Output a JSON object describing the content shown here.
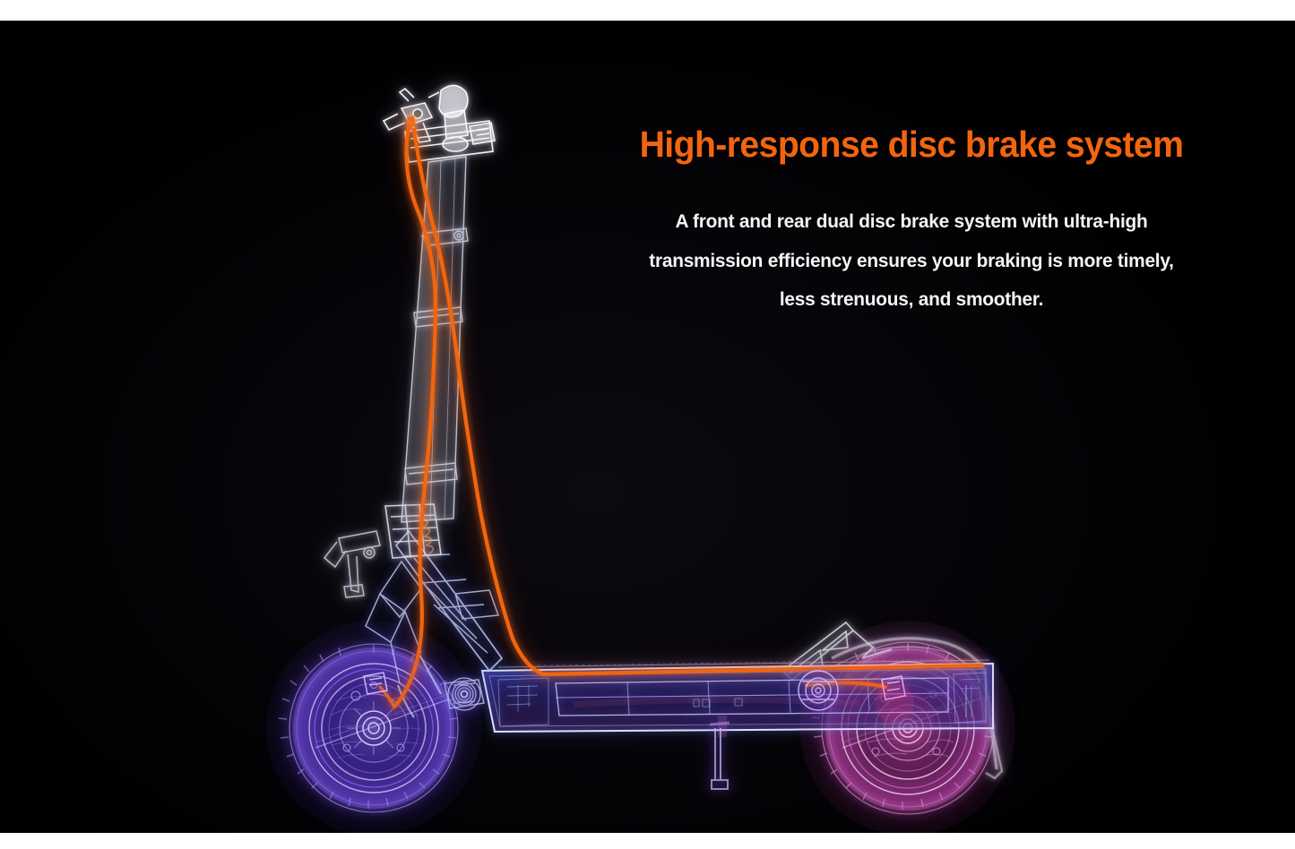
{
  "page": {
    "background_color": "#000000",
    "frame_color": "#ffffff",
    "accent_color": "#F2650F",
    "text_color": "#F4F4F5"
  },
  "copy": {
    "headline": "High-response disc brake system",
    "body_lines": [
      "A front and rear dual disc brake system with ultra-high",
      "transmission efficiency ensures your braking is more timely,",
      "less strenuous, and smoother."
    ]
  },
  "artwork": {
    "subject": "electric-scooter-xray-render",
    "view": "side-profile-left-facing",
    "colors": {
      "front_wheel_glow": "#6B4CE0",
      "rear_wheel_glow": "#C04AB4",
      "battery_deck": "#3A2E8C",
      "brake_cable": "#F2650F",
      "frame_wireframe": "#C9CEE8",
      "handlebar_chrome": "#FFFFFF"
    },
    "parts": [
      "handlebar-cockpit",
      "brake-levers",
      "throttle",
      "steering-stem",
      "front-suspension-fork",
      "front-wheel",
      "front-brake-disc",
      "front-brake-caliper",
      "brake-cable-front",
      "brake-cable-rear",
      "deck-battery-pack",
      "kickstand",
      "rear-wheel",
      "rear-brake-disc",
      "rear-brake-caliper",
      "rear-fender",
      "rear-fender-bracket",
      "rear-hub-motor"
    ]
  }
}
